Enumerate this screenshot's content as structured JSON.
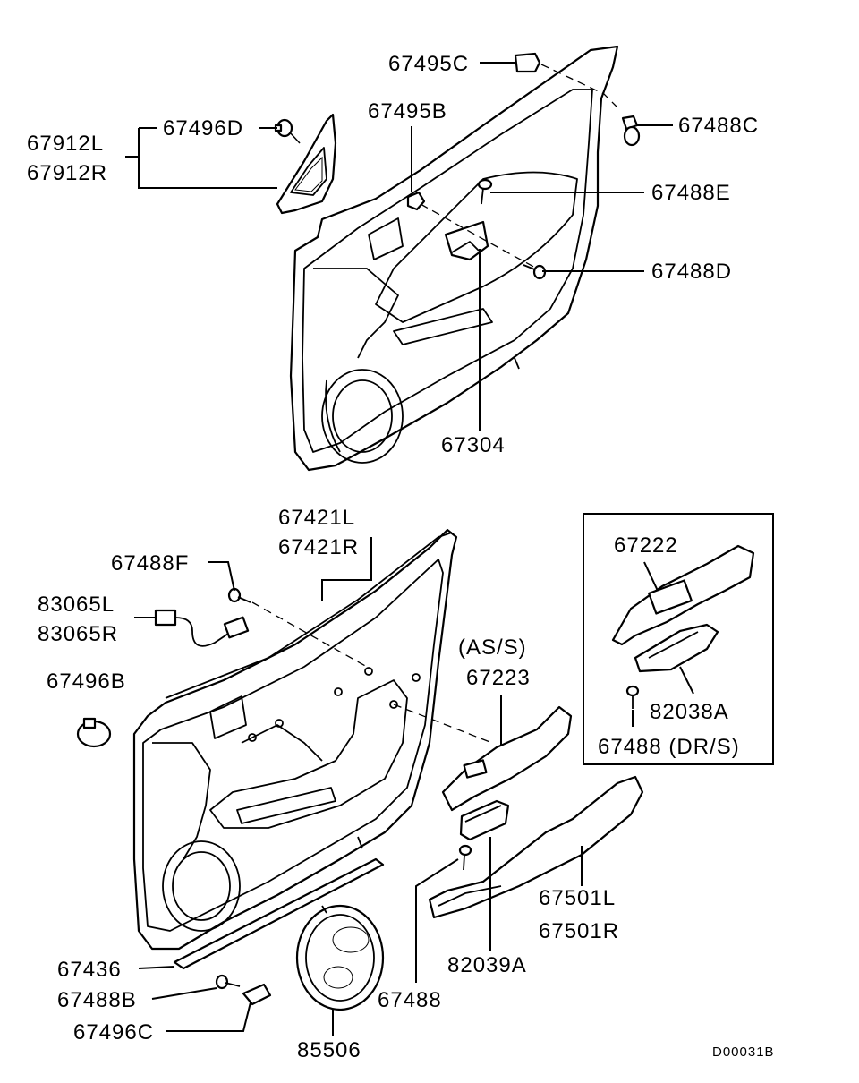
{
  "labels": {
    "p67495C": "67495C",
    "p67495B": "67495B",
    "p67496D": "67496D",
    "p67912L": "67912L",
    "p67912R": "67912R",
    "p67488C": "67488C",
    "p67488E": "67488E",
    "p67488D": "67488D",
    "p67304": "67304",
    "p67421L": "67421L",
    "p67421R": "67421R",
    "p67488F": "67488F",
    "p83065L": "83065L",
    "p83065R": "83065R",
    "p67496B": "67496B",
    "asS": "(AS/S)",
    "p67223": "67223",
    "p67222": "67222",
    "p82038A": "82038A",
    "p67488DR": "67488 (DR/S)",
    "p67501L": "67501L",
    "p67501R": "67501R",
    "p82039A": "82039A",
    "p67488": "67488",
    "p67436": "67436",
    "p67488B": "67488B",
    "p67496C": "67496C",
    "p85506": "85506"
  },
  "diagram_code": "D00031B"
}
